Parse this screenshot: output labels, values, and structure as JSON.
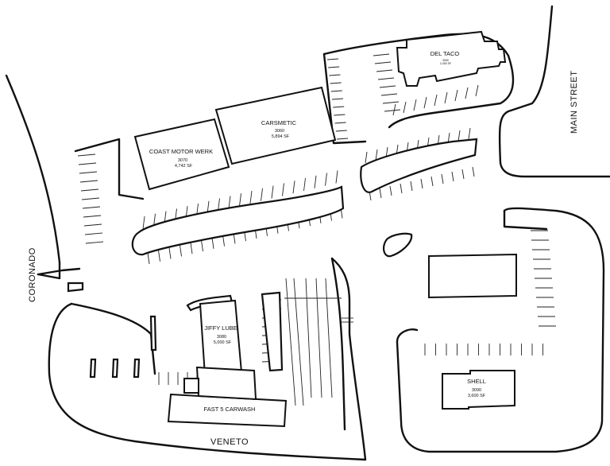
{
  "site_plan": {
    "streets": {
      "main_street": "MAIN STREET",
      "coronado": "CORONADO",
      "veneto": "VENETO"
    },
    "buildings": [
      {
        "id": "coast-motor-werk",
        "name": "COAST MOTOR WERK",
        "number": "3070",
        "area": "4,742 SF"
      },
      {
        "id": "carsmetic",
        "name": "CARSMETIC",
        "number": "3060",
        "area": "5,894 SF"
      },
      {
        "id": "del-taco",
        "name": "DEL TACO",
        "number": "3050",
        "area": "2,450 SF"
      },
      {
        "id": "jiffy-lube",
        "name": "JIFFY LUBE",
        "number": "3080",
        "area": "5,000 SF"
      },
      {
        "id": "fast-5-carwash",
        "name": "FAST 5 CARWASH",
        "number": "",
        "area": ""
      },
      {
        "id": "shell",
        "name": "SHELL",
        "number": "3090",
        "area": "3,600 SF"
      }
    ]
  }
}
